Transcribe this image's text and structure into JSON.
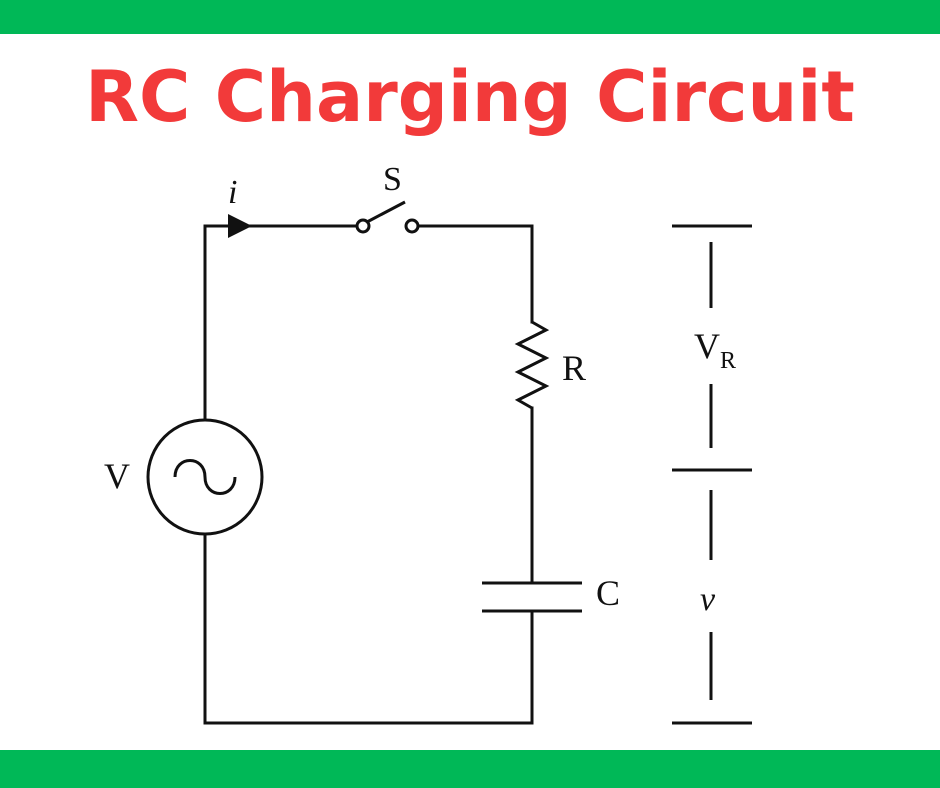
{
  "title": "RC Charging Circuit",
  "colors": {
    "title": "#f23a3a",
    "band": "#00b857",
    "wire": "#111111",
    "background": "#ffffff"
  },
  "diagram": {
    "components": [
      {
        "id": "source",
        "kind": "ac-voltage-source",
        "label": "V"
      },
      {
        "id": "switch",
        "kind": "switch-open",
        "label": "S"
      },
      {
        "id": "resistor",
        "kind": "resistor",
        "label": "R"
      },
      {
        "id": "capacitor",
        "kind": "capacitor",
        "label": "C"
      }
    ],
    "current": {
      "label": "i"
    },
    "voltages": {
      "resistor": {
        "base": "V",
        "subscript": "R"
      },
      "capacitor": {
        "label": "v"
      }
    }
  }
}
